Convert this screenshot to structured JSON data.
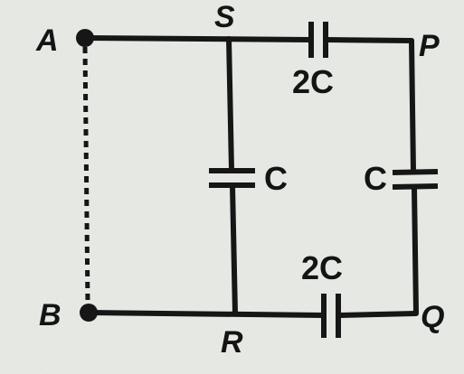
{
  "nodes": {
    "a": "A",
    "b": "B",
    "s": "S",
    "p": "P",
    "q": "Q",
    "r": "R"
  },
  "capacitors": {
    "sp": "2C",
    "sr": "C",
    "pq": "C",
    "rq": "2C"
  },
  "colors": {
    "ink": "#161616",
    "paper": "#e9ece6"
  }
}
